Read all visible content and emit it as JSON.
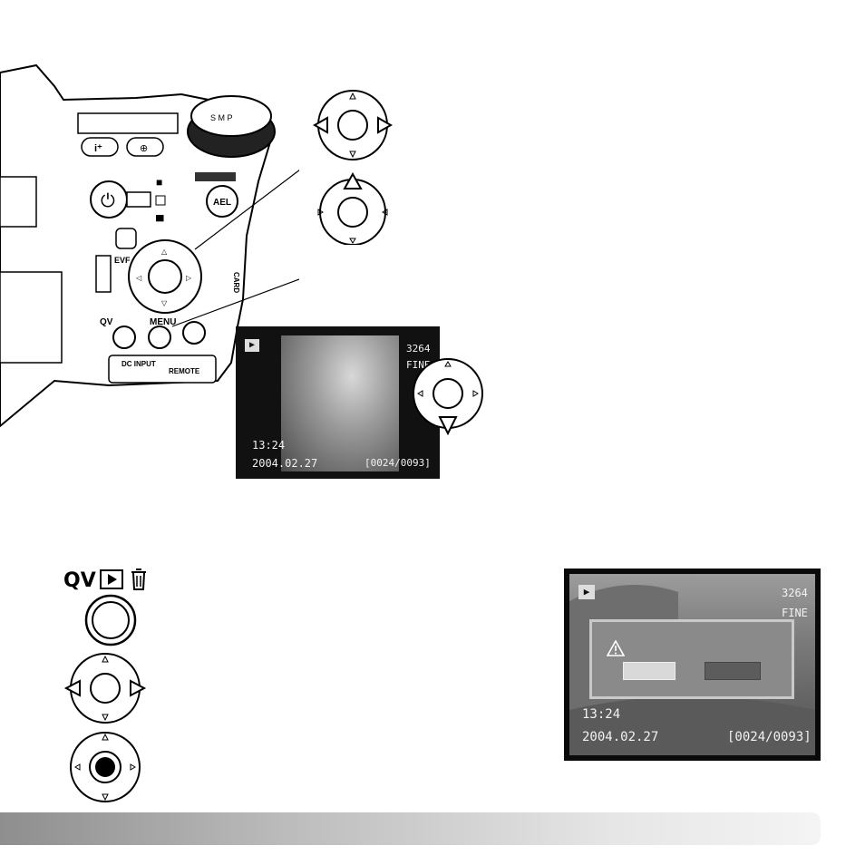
{
  "camera": {
    "labels": {
      "evf": "EVF",
      "qv_button": "QV",
      "menu": "MENU",
      "ael": "AEL",
      "dc_input": "DC INPUT",
      "remote": "REMOTE",
      "card": "CARD"
    }
  },
  "playback_screen": {
    "image_size": "3264",
    "quality": "FINE",
    "time": "13:24",
    "date": "2004.02.27",
    "frame_counter": "[0024/0093]"
  },
  "delete_screen": {
    "image_size": "3264",
    "quality": "FINE",
    "time": "13:24",
    "date": "2004.02.27",
    "frame_counter": "[0024/0093]"
  },
  "side_controls": {
    "qv_label": "QV"
  },
  "colors": {
    "footer_start": "#8e8e8e",
    "footer_end": "#f4f4f4"
  }
}
